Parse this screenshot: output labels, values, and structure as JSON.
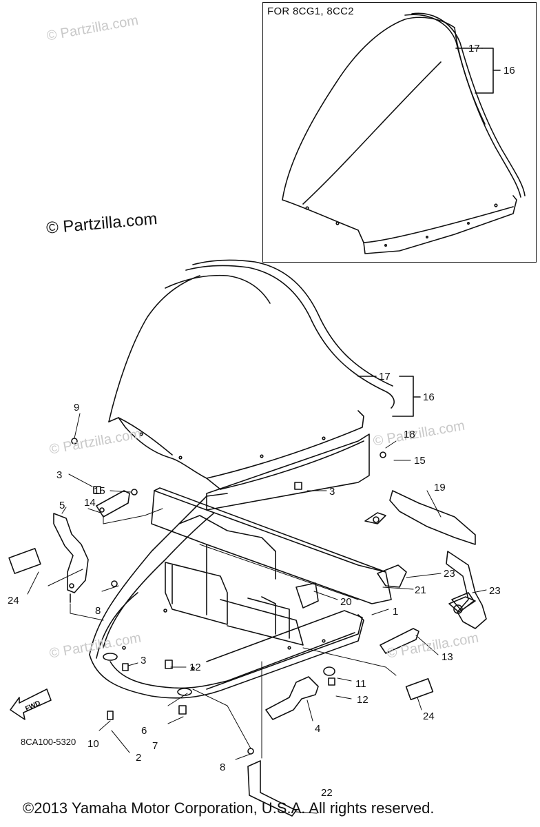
{
  "inset": {
    "title": "FOR 8CG1, 8CC2",
    "callouts": [
      "17",
      "16"
    ]
  },
  "watermarks": {
    "main": "© Partzilla.com",
    "faint": "© Partzilla.com"
  },
  "callouts": {
    "c1": "1",
    "c2": "2",
    "c3a": "3",
    "c3b": "3",
    "c3c": "3",
    "c4": "4",
    "c5": "5",
    "c6": "6",
    "c7": "7",
    "c8a": "8",
    "c8b": "8",
    "c9": "9",
    "c10": "10",
    "c11": "11",
    "c12a": "12",
    "c12b": "12",
    "c13": "13",
    "c14": "14",
    "c15a": "15",
    "c15b": "15",
    "c16": "16",
    "c17": "17",
    "c18": "18",
    "c19": "19",
    "c20": "20",
    "c21": "21",
    "c22": "22",
    "c23a": "23",
    "c23b": "23",
    "c24a": "24",
    "c24b": "24"
  },
  "fwd_label": "FWD",
  "reference_code": "8CA100-5320",
  "copyright": "©2013 Yamaha Motor Corporation, U.S.A. All rights reserved."
}
